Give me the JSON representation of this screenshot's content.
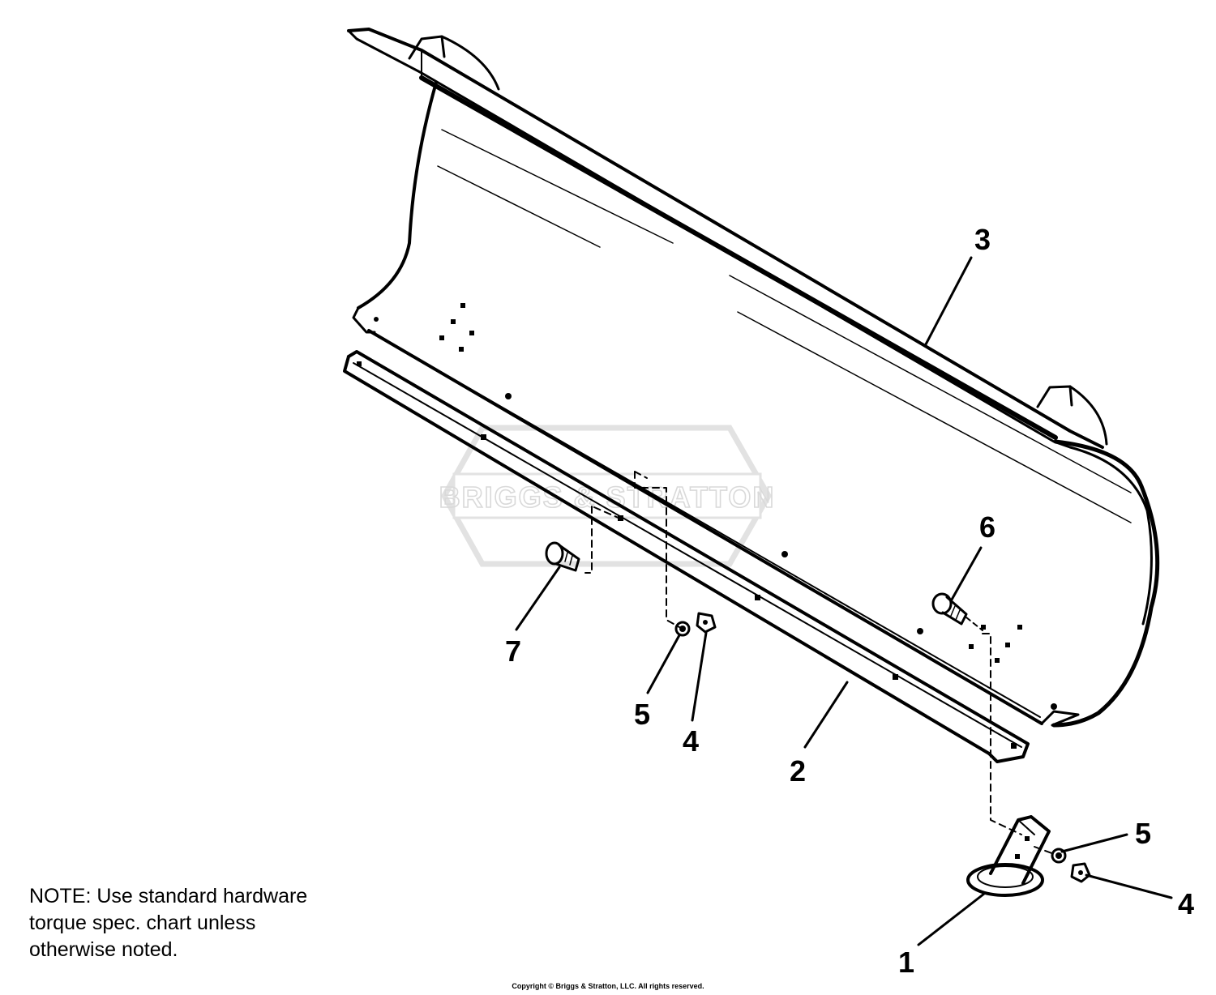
{
  "callouts": [
    {
      "id": "1",
      "label": "1"
    },
    {
      "id": "2",
      "label": "2"
    },
    {
      "id": "3",
      "label": "3"
    },
    {
      "id": "4a",
      "label": "4"
    },
    {
      "id": "4b",
      "label": "4"
    },
    {
      "id": "5a",
      "label": "5"
    },
    {
      "id": "5b",
      "label": "5"
    },
    {
      "id": "6",
      "label": "6"
    },
    {
      "id": "7",
      "label": "7"
    }
  ],
  "watermark": {
    "text": "BRIGGS & STRATTON"
  },
  "note": {
    "lines": [
      "NOTE: Use standard hardware",
      "torque spec. chart unless",
      "otherwise noted."
    ]
  },
  "copyright": "Copyright © Briggs & Stratton, LLC. All rights reserved."
}
